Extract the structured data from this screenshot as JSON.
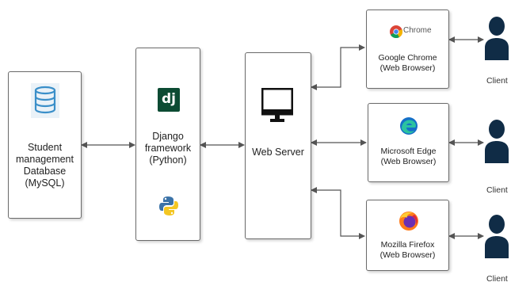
{
  "nodes": {
    "database": {
      "lines": [
        "Student",
        "management",
        "Database",
        "(MySQL)"
      ],
      "icon": "database-icon"
    },
    "django": {
      "lines": [
        "Django",
        "framework",
        "(Python)"
      ],
      "logo_text": "dj",
      "icons": [
        "django-logo-icon",
        "python-logo-icon"
      ]
    },
    "webserver": {
      "label": "Web Server",
      "icon": "monitor-icon"
    },
    "chrome": {
      "logo_text": "Chrome",
      "lines": [
        "Google Chrome",
        "(Web Browser)"
      ],
      "icon": "chrome-logo-icon"
    },
    "edge": {
      "lines": [
        "Microsoft Edge",
        "(Web Browser)"
      ],
      "icon": "edge-logo-icon"
    },
    "firefox": {
      "lines": [
        "Mozilla Firefox",
        "(Web Browser)"
      ],
      "icon": "firefox-logo-icon"
    }
  },
  "clients": [
    {
      "label": "Client",
      "icon": "user-icon"
    },
    {
      "label": "Client",
      "icon": "user-icon"
    },
    {
      "label": "Client",
      "icon": "user-icon"
    }
  ],
  "colors": {
    "box_border": "#6a6a6a",
    "arrow": "#555555",
    "db_blue": "#3a8fc9",
    "django_green": "#0c4b33",
    "client_navy": "#102c46"
  }
}
